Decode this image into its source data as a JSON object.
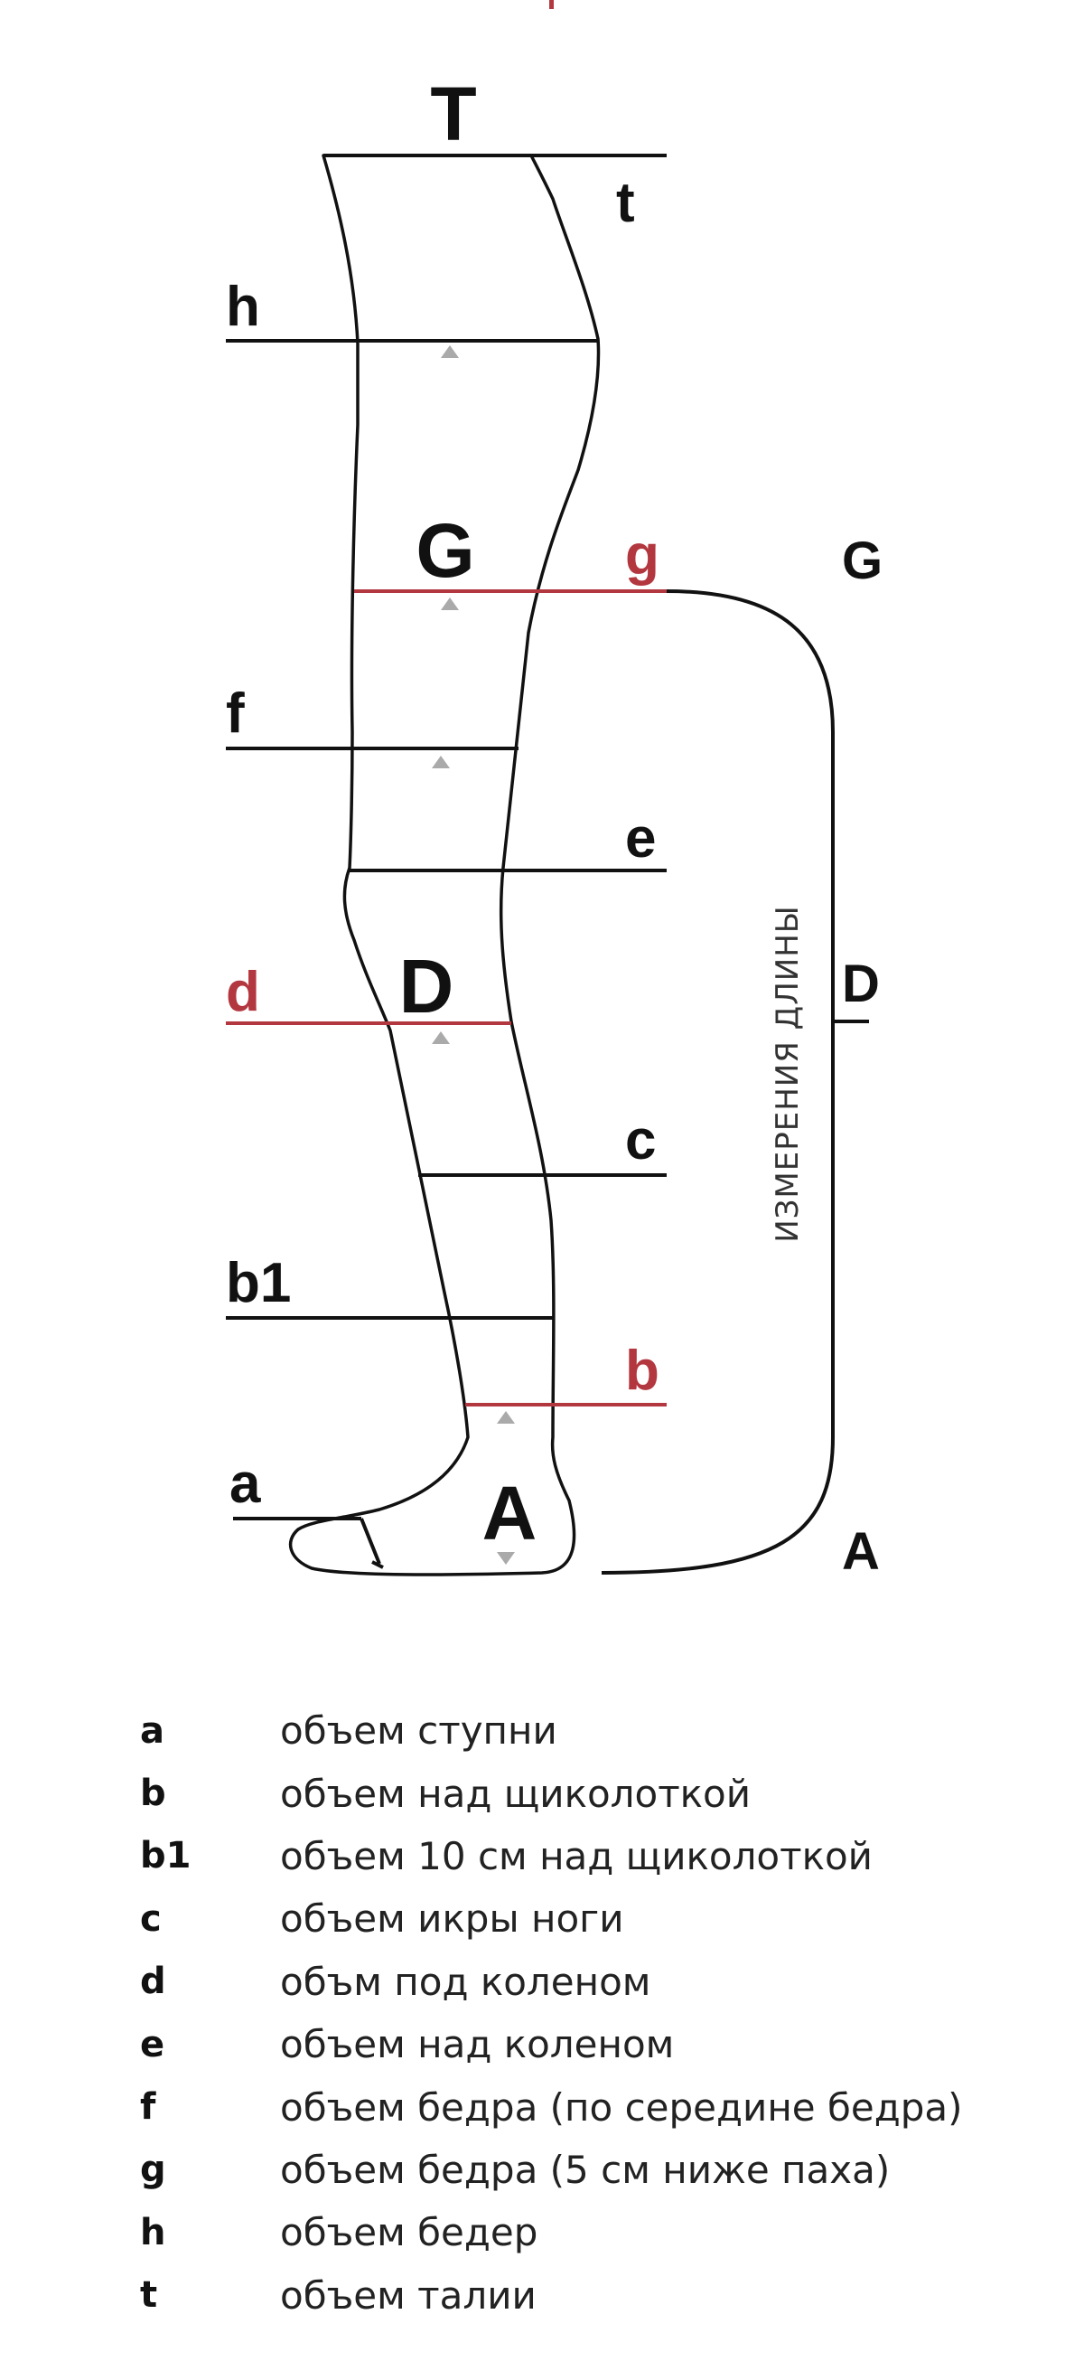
{
  "labels": {
    "T": "T",
    "t": "t",
    "h": "h",
    "G": "G",
    "g": "g",
    "f": "f",
    "e": "e",
    "d": "d",
    "D": "D",
    "c": "c",
    "b1": "b1",
    "b": "b",
    "a": "a",
    "A": "A"
  },
  "side_labels": {
    "G": "G",
    "D": "D",
    "A": "A"
  },
  "length_caption": "ИЗМЕРЕНИЯ ДЛИНЫ",
  "colors": {
    "line": "#111111",
    "accent": "#b3373f",
    "marker": "#aaaaaa"
  },
  "legend": [
    {
      "key": "a",
      "text": "объем ступни"
    },
    {
      "key": "b",
      "text": "объем над щиколоткой"
    },
    {
      "key": "b1",
      "text": "объем 10 см над щиколоткой"
    },
    {
      "key": "c",
      "text": "объем икры ноги"
    },
    {
      "key": "d",
      "text": "объм под коленом"
    },
    {
      "key": "e",
      "text": "объем над коленом"
    },
    {
      "key": "f",
      "text": "объем бедра (по середине бедра)"
    },
    {
      "key": "g",
      "text": "объем бедра (5 см ниже паха)"
    },
    {
      "key": "h",
      "text": "объем бедер"
    },
    {
      "key": "t",
      "text": "объем талии"
    }
  ]
}
